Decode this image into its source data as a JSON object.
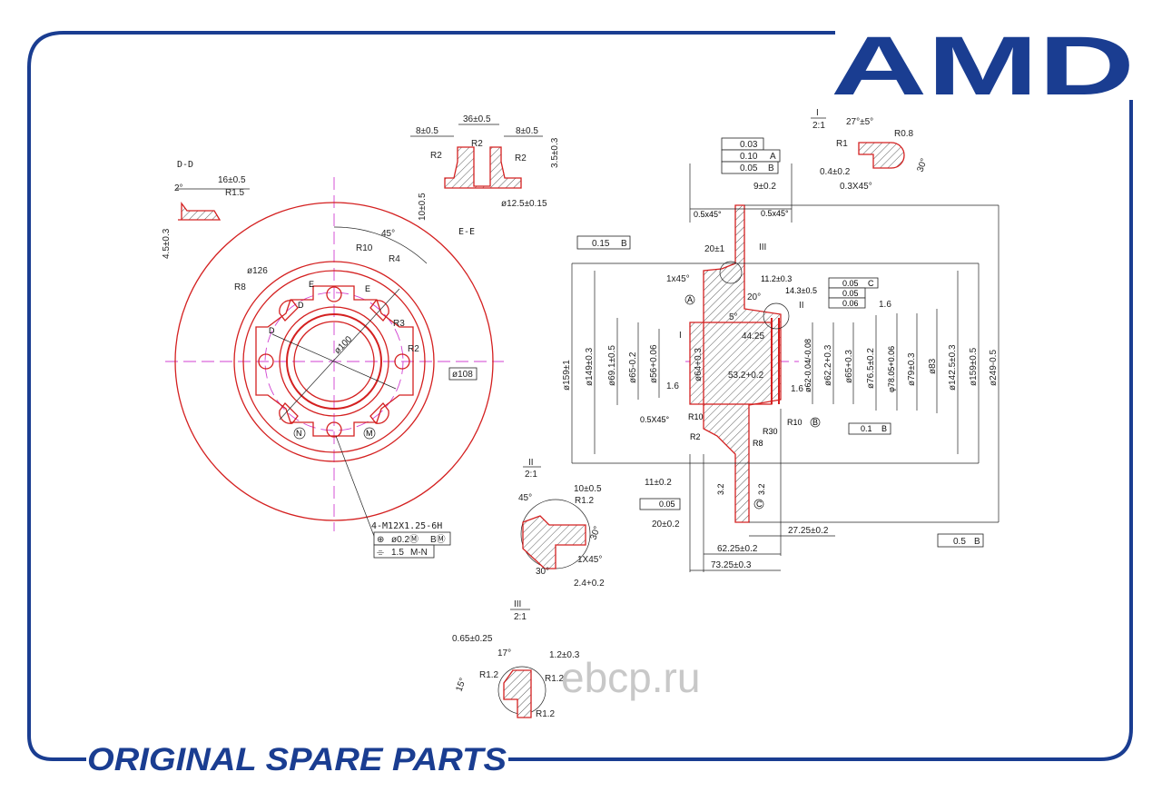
{
  "brand": {
    "logo": "AMD",
    "slogan": "ORIGINAL SPARE PARTS",
    "watermark": "ebcp.ru",
    "color": "#1a3d91"
  },
  "section_dd": {
    "title": "D-D",
    "labels": [
      "16±0.5",
      "2°",
      "R1.5",
      "4.5±0.3"
    ]
  },
  "section_ee": {
    "title": "E-E",
    "labels": [
      "36±0.5",
      "8±0.5",
      "8±0.5",
      "R2",
      "R2",
      "R2",
      "3.5±0.3",
      "10±0.5",
      "ø12.5±0.15"
    ]
  },
  "front_view": {
    "labels": [
      "45°",
      "R10",
      "R4",
      "ø126",
      "R8",
      "E",
      "E",
      "D",
      "D",
      "R3",
      "R2",
      "ø100",
      "ø108",
      "N",
      "M"
    ],
    "thread_note": "4-M12X1.25-6H",
    "fcf": [
      [
        "⊕",
        "ø0.2Ⓜ",
        "BⓂ"
      ],
      [
        "⌯",
        "1.5",
        "M-N"
      ]
    ]
  },
  "detail_2": {
    "title": "II",
    "scale": "2:1",
    "labels": [
      "10±0.5",
      "45°",
      "R1.2",
      "30°",
      "1X45°",
      "30°",
      "2.4+0.2"
    ]
  },
  "detail_3": {
    "title": "III",
    "scale": "2:1",
    "labels": [
      "0.65±0.25",
      "17°",
      "1.2±0.3",
      "15°",
      "R1.2",
      "R1.2",
      "R1.2"
    ]
  },
  "detail_1": {
    "title": "I",
    "scale": "2:1",
    "labels": [
      "27°±5°",
      "R0.8",
      "R1",
      "0.4±0.2",
      "0.3X45°",
      "30°"
    ]
  },
  "section_main": {
    "fcf_top": [
      "0.03",
      "0.10",
      "A",
      "0.05",
      "B"
    ],
    "fcf_left": [
      "0.15",
      "B"
    ],
    "fcf_right": [
      "0.05",
      "C",
      "0.05",
      "0.06"
    ],
    "fcf_conc": [
      "0.1",
      "B"
    ],
    "fcf_flat": [
      "0.05"
    ],
    "fcf_runout": [
      "0.5",
      "B"
    ],
    "datums": [
      "A",
      "B",
      "C"
    ],
    "labels": [
      "9±0.2",
      "0.5x45°",
      "0.5x45°",
      "20±1",
      "III",
      "1x45°",
      "11.2±0.3",
      "14.3±0.5",
      "20°",
      "II",
      "5°",
      "1.6",
      "I",
      "44.25",
      "53.2+0.2",
      "1.6",
      "1.6",
      "0.5X45°",
      "R10",
      "R10",
      "R30",
      "R2",
      "R8"
    ],
    "diameters": [
      "ø159±1",
      "ø149±0.3",
      "ø69.1±0.5",
      "ø65-0.2",
      "ø56+0.06",
      "ø64+0.3",
      "ø62-0.04/-0.08",
      "ø62.2+0.3",
      "ø65+0.3",
      "ø76.5±0.2",
      "φ78.05+0.06",
      "ø79±0.3",
      "ø83",
      "ø142.5±0.3",
      "ø159±0.5",
      "ø249-0.5"
    ],
    "bottom": [
      "11±0.2",
      "20±0.2",
      "27.25±0.2",
      "62.25±0.2",
      "73.25±0.3",
      "3.2",
      "3.2"
    ]
  }
}
